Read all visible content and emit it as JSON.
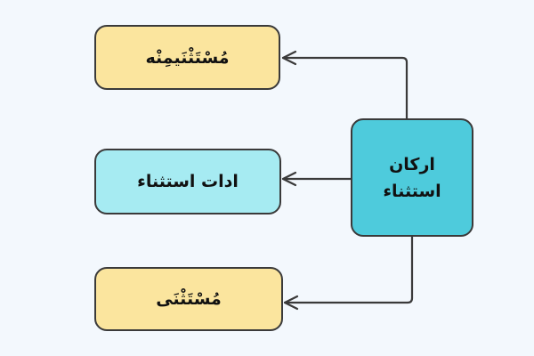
{
  "nodes": {
    "root": {
      "line1": "ارکان",
      "line2": "استثناء"
    },
    "mustathna_minhu": "مُسْتَثْنَیمِنْه",
    "adat": "ادات استثناء",
    "mustathna": "مُسْتَثْنَی"
  },
  "colors": {
    "yellow": "#fbe59e",
    "cyan": "#a6ebf2",
    "main": "#4ecbdc",
    "background": "#f3f8fd",
    "stroke": "#3a3a3a"
  }
}
